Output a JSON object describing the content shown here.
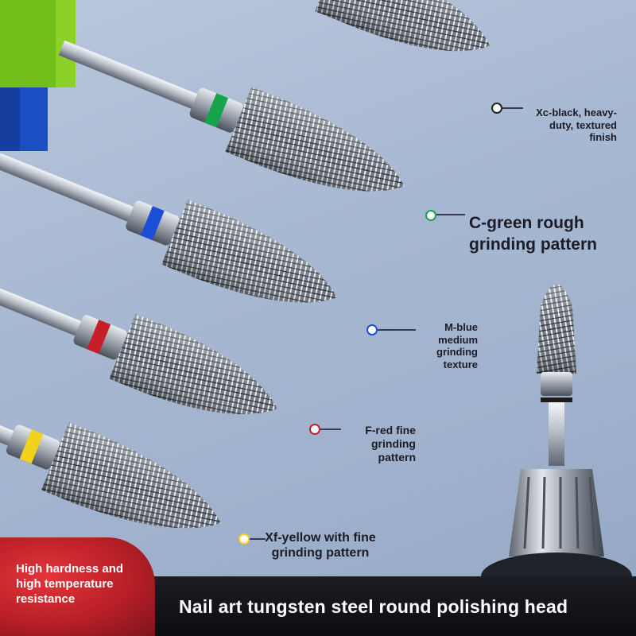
{
  "labels": {
    "xc_black": "Xc-black, heavy-duty, textured finish",
    "c_green": "C-green rough grinding pattern",
    "m_blue": "M-blue medium grinding texture",
    "f_red": "F-red fine grinding pattern",
    "xf_yellow": "Xf-yellow with fine grinding pattern"
  },
  "badge_text": "High hardness and high temperature resistance",
  "title": "Nail art tungsten steel round polishing head",
  "colors": {
    "xc": "#1a1a1a",
    "c": "#16a34a",
    "m": "#1d4ed8",
    "f": "#c81e2a",
    "xf": "#f2d21b",
    "badge": "#c62830",
    "band": "#111216"
  }
}
